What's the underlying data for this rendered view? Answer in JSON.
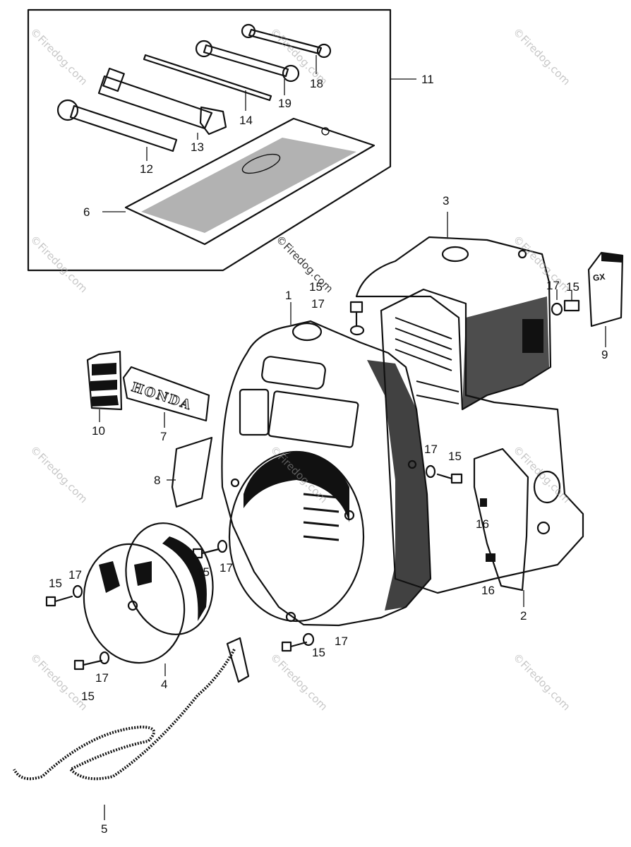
{
  "watermark": "©Firedog.com",
  "callouts": {
    "c1": "1",
    "c2": "2",
    "c3": "3",
    "c4": "4",
    "c5": "5",
    "c6": "6",
    "c7": "7",
    "c8": "8",
    "c9": "9",
    "c10": "10",
    "c11": "11",
    "c12": "12",
    "c13": "13",
    "c14": "14",
    "c15a": "15",
    "c15b": "15",
    "c15c": "15",
    "c15d": "15",
    "c15e": "15",
    "c15f": "15",
    "c15g": "15",
    "c16a": "16",
    "c16b": "16",
    "c17a": "17",
    "c17b": "17",
    "c17c": "17",
    "c17d": "17",
    "c17e": "17",
    "c17f": "17",
    "c17g": "17",
    "c18": "18",
    "c19": "19"
  },
  "labels": {
    "honda_emblem": "HONDA",
    "decal": "GX"
  }
}
